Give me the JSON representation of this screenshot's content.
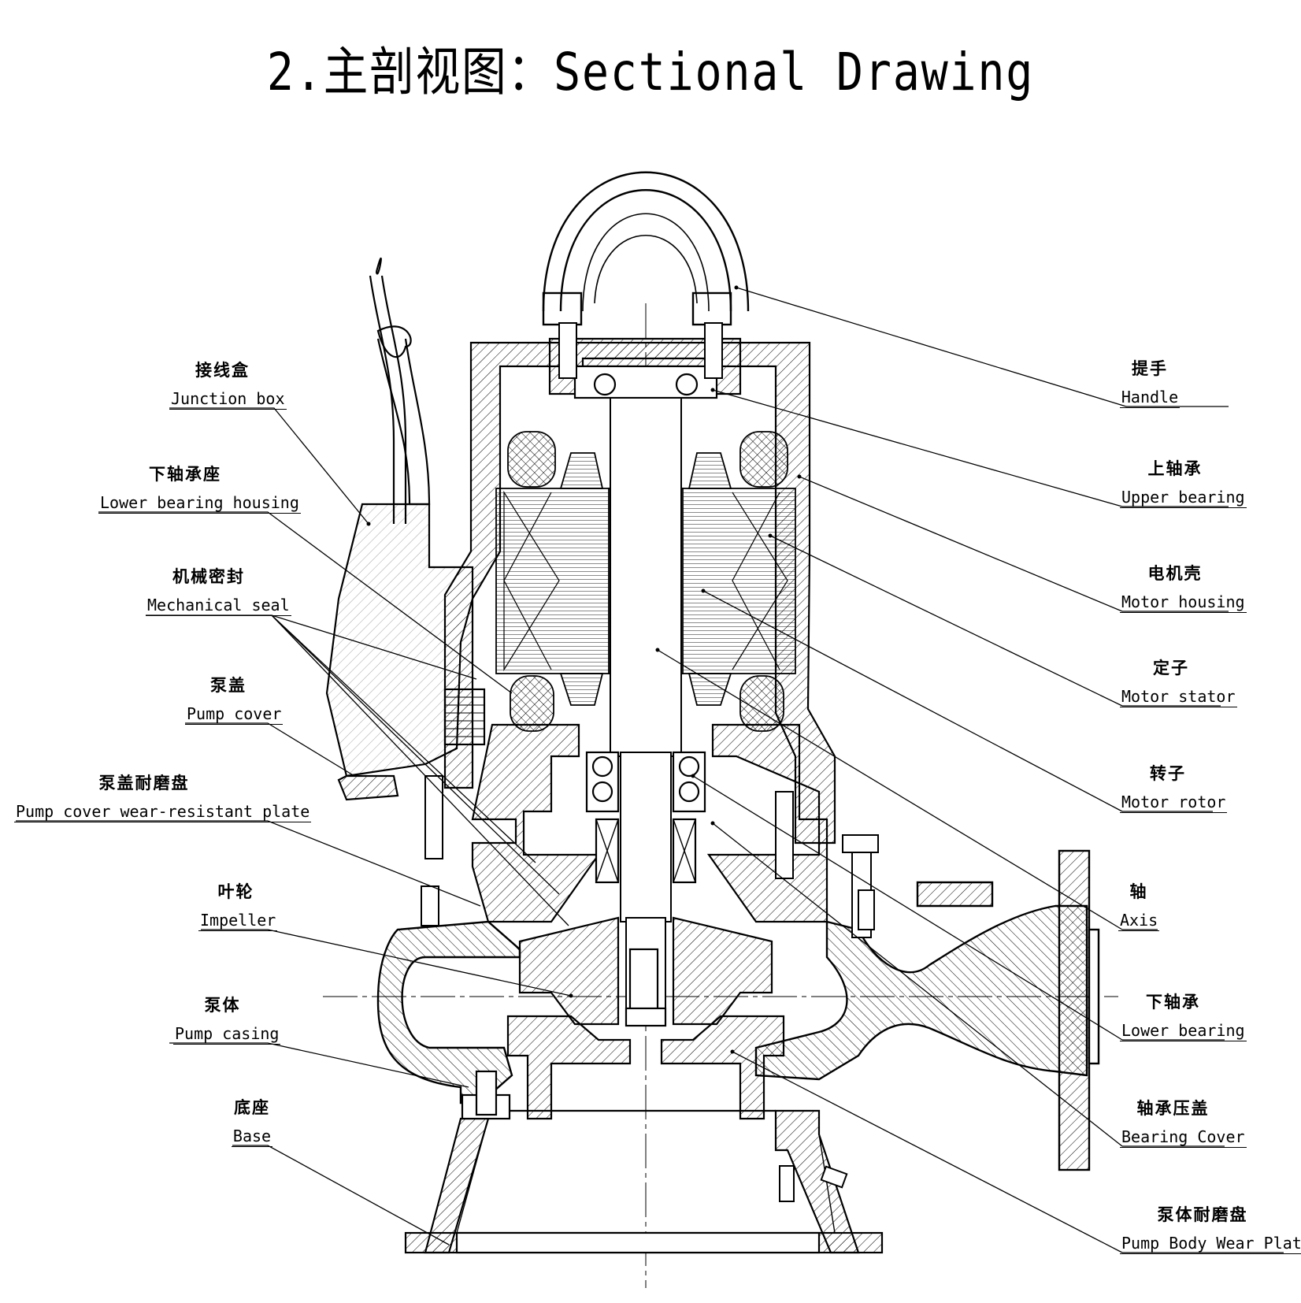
{
  "title": "2.主剖视图：Sectional Drawing",
  "left_labels": [
    {
      "id": "junction-box",
      "zh": "接线盒",
      "en": "Junction box"
    },
    {
      "id": "lower-bearing-housing",
      "zh": "下轴承座",
      "en": "Lower bearing housing"
    },
    {
      "id": "mechanical-seal",
      "zh": "机械密封",
      "en": "Mechanical seal"
    },
    {
      "id": "pump-cover",
      "zh": "泵盖",
      "en": "Pump cover"
    },
    {
      "id": "pump-cover-wear-plate",
      "zh": "泵盖耐磨盘",
      "en": "Pump cover wear-resistant plate"
    },
    {
      "id": "impeller",
      "zh": "叶轮",
      "en": "Impeller"
    },
    {
      "id": "pump-casing",
      "zh": "泵体",
      "en": "Pump casing"
    },
    {
      "id": "base",
      "zh": "底座",
      "en": "Base"
    }
  ],
  "right_labels": [
    {
      "id": "handle",
      "zh": "提手",
      "en": "Handle"
    },
    {
      "id": "upper-bearing",
      "zh": "上轴承",
      "en": "Upper bearing"
    },
    {
      "id": "motor-housing",
      "zh": "电机壳",
      "en": "Motor housing"
    },
    {
      "id": "motor-stator",
      "zh": "定子",
      "en": "Motor stator"
    },
    {
      "id": "motor-rotor",
      "zh": "转子",
      "en": "Motor rotor"
    },
    {
      "id": "axis",
      "zh": "轴",
      "en": "Axis"
    },
    {
      "id": "lower-bearing",
      "zh": "下轴承",
      "en": "Lower bearing"
    },
    {
      "id": "bearing-cover",
      "zh": "轴承压盖",
      "en": "Bearing Cover"
    },
    {
      "id": "pump-body-wear-plate",
      "zh": "泵体耐磨盘",
      "en": "Pump Body Wear Plate"
    }
  ]
}
